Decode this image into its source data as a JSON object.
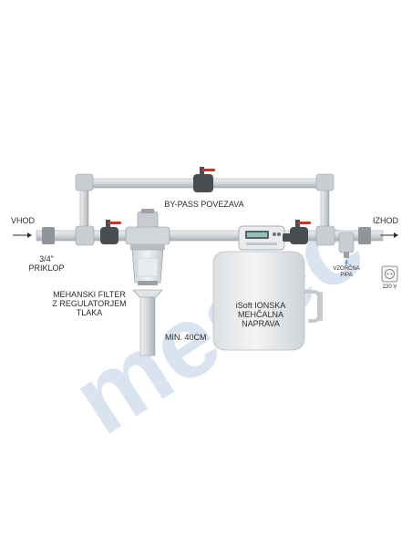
{
  "labels": {
    "bypass": "BY-PASS POVEZAVA",
    "inlet": "VHOD",
    "outlet": "IZHOD",
    "connection": [
      "3/4\"",
      "PRIKLOP"
    ],
    "filter": [
      "MEHANSKI FILTER",
      "Z REGULATORJEM",
      "TLAKA"
    ],
    "min_length": "MIN. 40CM",
    "softener": [
      "iSoft IONSKA",
      "MEHČALNA",
      "NAPRAVA"
    ],
    "sample_tap": [
      "VZORČNA",
      "PIPA"
    ],
    "power": "220 V",
    "watermark": "mesec"
  },
  "colors": {
    "pipe": "#d4d8dc",
    "pipe_edge": "#a3a9ae",
    "valve_dark": "#4a4d50",
    "valve_red": "#c0392b",
    "cabinet": "#e6e8ea",
    "watermark": "#1f5fa8",
    "text": "#2b2b2b"
  },
  "icons": [
    "arrow-right-icon",
    "ball-valve-icon",
    "power-socket-icon",
    "water-drop-icon"
  ]
}
